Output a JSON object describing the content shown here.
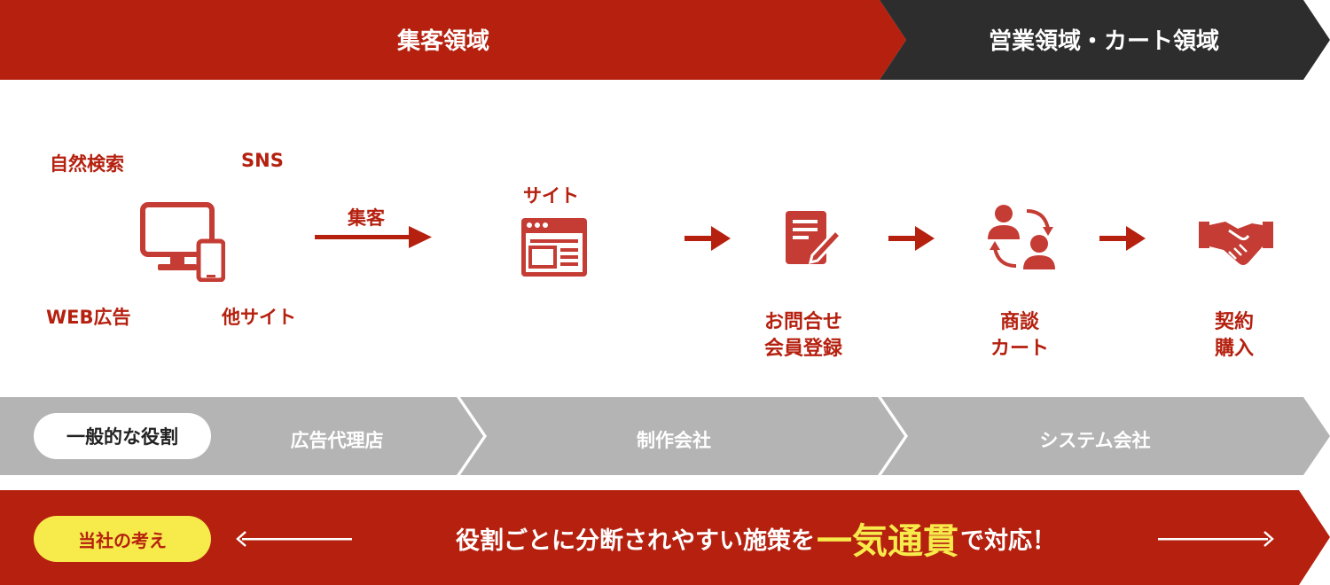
{
  "top_banner": {
    "left_label": "集客領域",
    "right_label": "営業領域・カート領域"
  },
  "channels": {
    "organic_search": "自然検索",
    "sns": "SNS",
    "web_ads": "WEB広告",
    "other_sites": "他サイト"
  },
  "flow": {
    "attract_label": "集客",
    "site_label": "サイト",
    "inquiry_label_line1": "お問合せ",
    "inquiry_label_line2": "会員登録",
    "negotiation_label_line1": "商談",
    "negotiation_label_line2": "カート",
    "contract_label_line1": "契約",
    "contract_label_line2": "購入"
  },
  "roles": {
    "badge": "一般的な役割",
    "ad_agency": "広告代理店",
    "production": "制作会社",
    "system": "システム会社"
  },
  "approach": {
    "badge": "当社の考え",
    "message_before": "役割ごとに分断されやすい施策を",
    "message_emphasis": "一気通貫",
    "message_after": "で対応！"
  },
  "colors": {
    "brand_red": "#b5200f",
    "dark": "#2d2d2d",
    "gray": "#b4b4b4",
    "highlight_yellow": "#f7ea4b"
  },
  "icons": {
    "devices": "monitor-smartphone-icon",
    "site": "browser-window-icon",
    "inquiry": "document-edit-icon",
    "negotiation": "people-exchange-icon",
    "contract": "handshake-icon"
  }
}
